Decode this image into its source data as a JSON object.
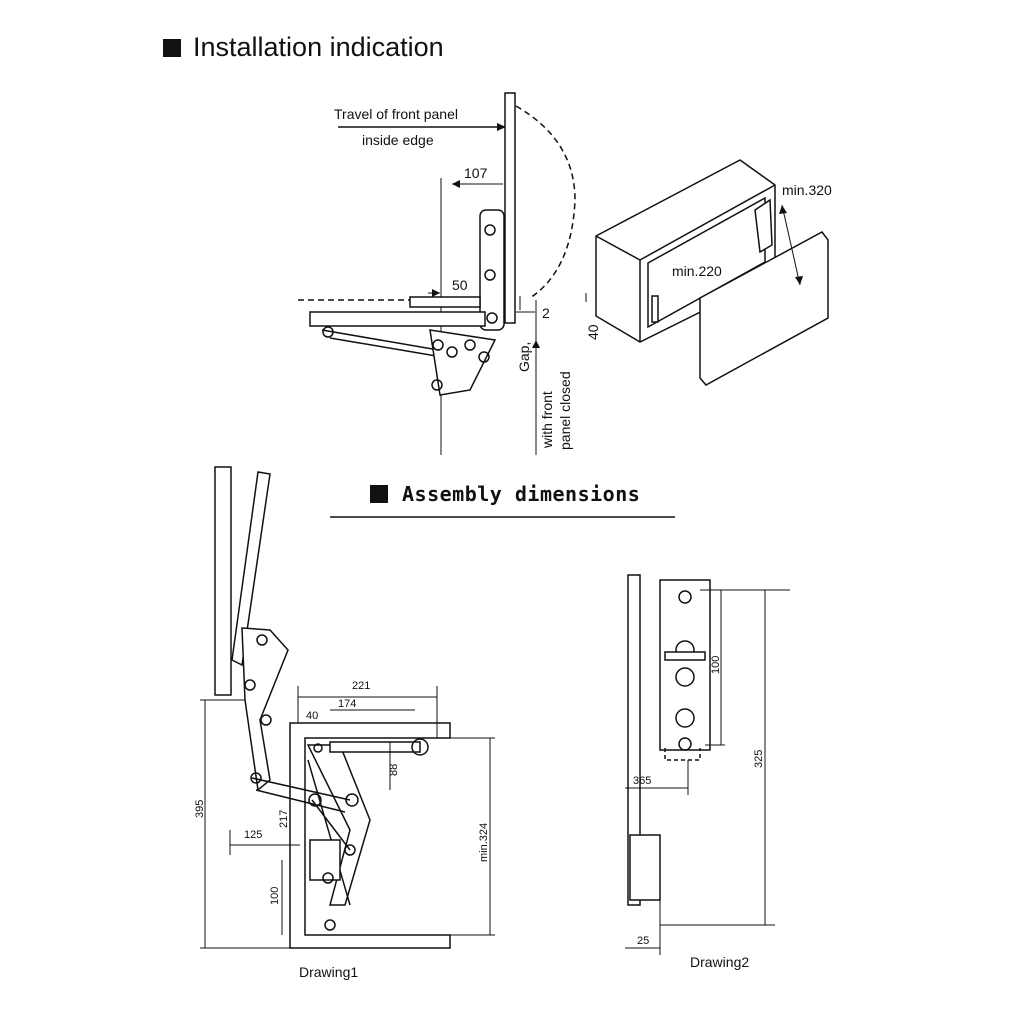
{
  "headings": {
    "installation": "Installation indication",
    "assembly": "Assembly dimensions"
  },
  "installation": {
    "travel_label": "Travel of front panel",
    "inside_edge": "inside edge",
    "dim_107": "107",
    "dim_50": "50",
    "dim_2": "2",
    "gap_label": "Gap,",
    "with_front": "with front",
    "panel_closed": "panel closed",
    "min_320": "min.320",
    "min_220": "min.220",
    "dim_40": "40"
  },
  "drawing1": {
    "caption": "Drawing1",
    "dim_221": "221",
    "dim_174": "174",
    "dim_40": "40",
    "dim_88": "88",
    "dim_395": "395",
    "dim_217": "217",
    "dim_125": "125",
    "dim_min324": "min.324",
    "dim_100": "100"
  },
  "drawing2": {
    "caption": "Drawing2",
    "dim_100": "100",
    "dim_325": "325",
    "dim_365": "365",
    "dim_25": "25"
  }
}
